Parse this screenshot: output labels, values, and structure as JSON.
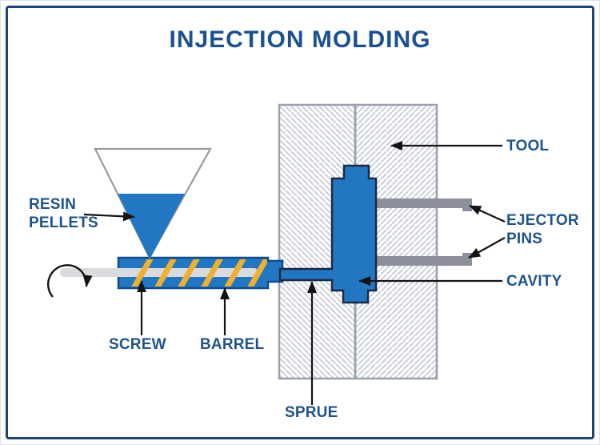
{
  "title": "INJECTION MOLDING",
  "labels": {
    "resin_pellets": "RESIN\nPELLETS",
    "screw": "SCREW",
    "barrel": "BARREL",
    "sprue": "SPRUE",
    "tool": "TOOL",
    "ejector_pins": "EJECTOR\nPINS",
    "cavity": "CAVITY"
  },
  "colors": {
    "machine_blue": "#2277c2",
    "barrel_outline_blue": "#0d4c8e",
    "cavity_outline_navy": "#1b2945",
    "screw_flight_yellow": "#efb02f",
    "screw_shaft_gray": "#d9dbde",
    "ejector_pin_gray": "#8b909c",
    "hopper_outline_gray": "#9b9b9b",
    "tool_hatch_gray": "#c5cad3",
    "tool_border_gray": "#9aa1ad",
    "label_blue": "#1d538c",
    "title_blue": "#1a5190",
    "frame_navy": "#1b4478",
    "arrow_black": "#141414"
  }
}
